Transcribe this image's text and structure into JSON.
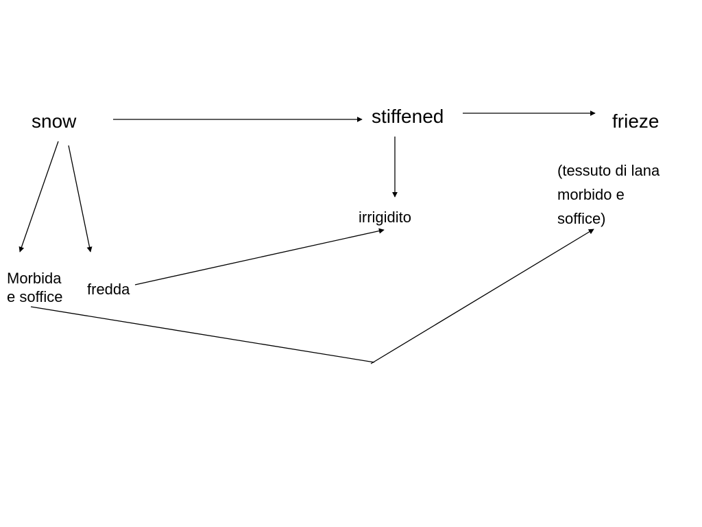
{
  "diagram": {
    "nodes": {
      "snow": "snow",
      "stiffened": "stiffened",
      "frieze": "frieze",
      "irrigidito": "irrigidito",
      "morbida_soffice": "Morbida\ne soffice",
      "fredda": "fredda",
      "frieze_description": "(tessuto di lana\nmorbido e\nsoffice)"
    },
    "edges": [
      {
        "from": "snow",
        "to": "stiffened"
      },
      {
        "from": "stiffened",
        "to": "frieze"
      },
      {
        "from": "snow",
        "to": "Morbida e soffice"
      },
      {
        "from": "snow",
        "to": "fredda"
      },
      {
        "from": "stiffened",
        "to": "irrigidito"
      },
      {
        "from": "fredda",
        "to": "irrigidito"
      },
      {
        "from": "Morbida e soffice",
        "to": "(tessuto di lana morbido e soffice)"
      }
    ],
    "line_color": "#000000",
    "text_color": "#000000",
    "background": "#ffffff"
  }
}
